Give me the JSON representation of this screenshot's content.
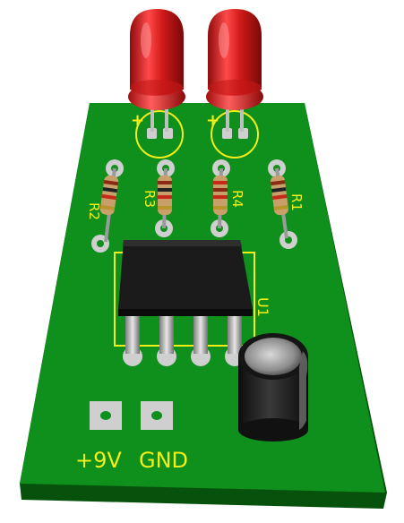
{
  "colors": {
    "board_top": "#0f8f1c",
    "board_edge": "#06520d",
    "silkscreen": "#f2ee1a",
    "led_red": "#d41d1d",
    "ic_body": "#1b1b1b",
    "pin_silver": "#c8c8c8",
    "cap_body": "#202020"
  },
  "icons": {
    "led_1": "red-led-icon",
    "led_2": "red-led-icon",
    "ic": "ic-chip-icon",
    "capacitor": "electrolytic-capacitor-icon"
  },
  "leds": [
    {
      "polarity": "+"
    },
    {
      "polarity": "+"
    }
  ],
  "resistors": [
    {
      "label": "R2"
    },
    {
      "label": "R3"
    },
    {
      "label": "R4"
    },
    {
      "label": "R1"
    }
  ],
  "ic": {
    "label": "U1"
  },
  "pads": [
    {
      "label": "+9V"
    },
    {
      "label": "GND"
    }
  ]
}
